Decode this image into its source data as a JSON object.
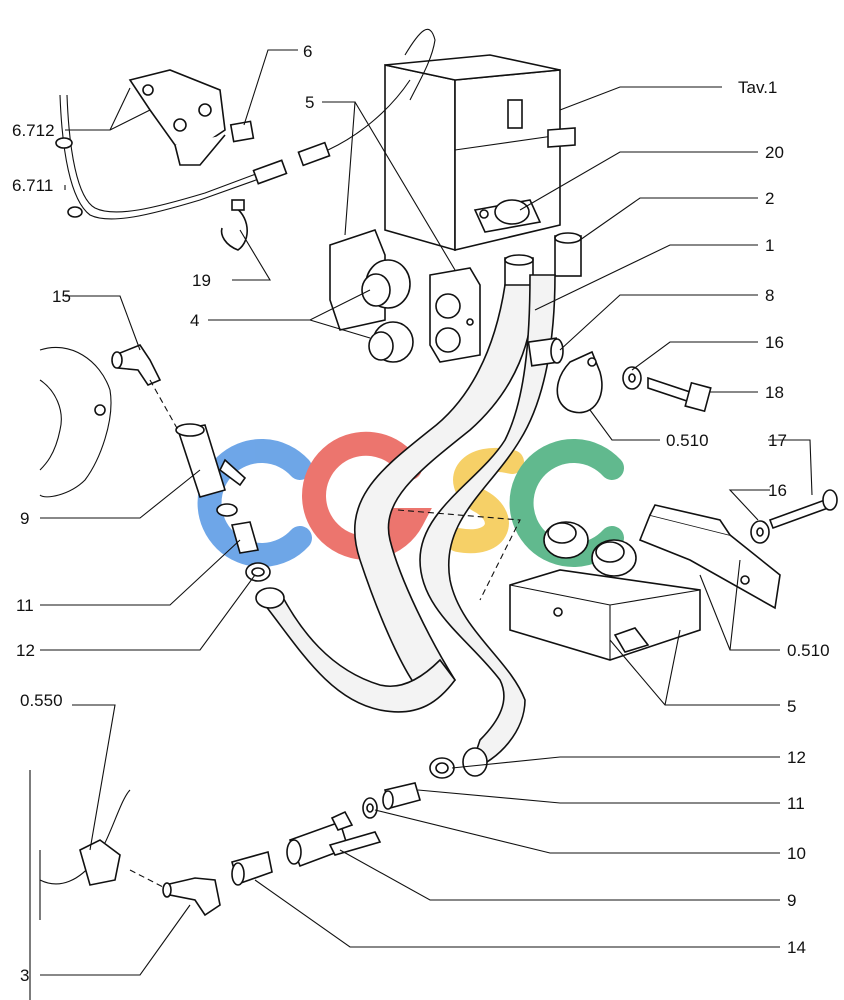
{
  "callouts": {
    "c6": "6",
    "c6_712": "6.712",
    "c6_711": "6.711",
    "c5_top": "5",
    "c_tav1": "Tav.1",
    "c20": "20",
    "c2": "2",
    "c1": "1",
    "c8": "8",
    "c19": "19",
    "c15": "15",
    "c4": "4",
    "c16_top": "16",
    "c18": "18",
    "c0_510_top": "0.510",
    "c17": "17",
    "c16_mid": "16",
    "c9_left": "9",
    "c11_left": "11",
    "c12_left": "12",
    "c0_510_right": "0.510",
    "c5_right": "5",
    "c0_550": "0.550",
    "c12_right": "12",
    "c11_right": "11",
    "c10": "10",
    "c9_right": "9",
    "c14": "14",
    "c3": "3"
  },
  "watermark": {
    "letters": [
      "C",
      "G",
      "S",
      "C"
    ],
    "colors": [
      "#4a90e2",
      "#e8534a",
      "#f5c542",
      "#3aa873"
    ]
  }
}
